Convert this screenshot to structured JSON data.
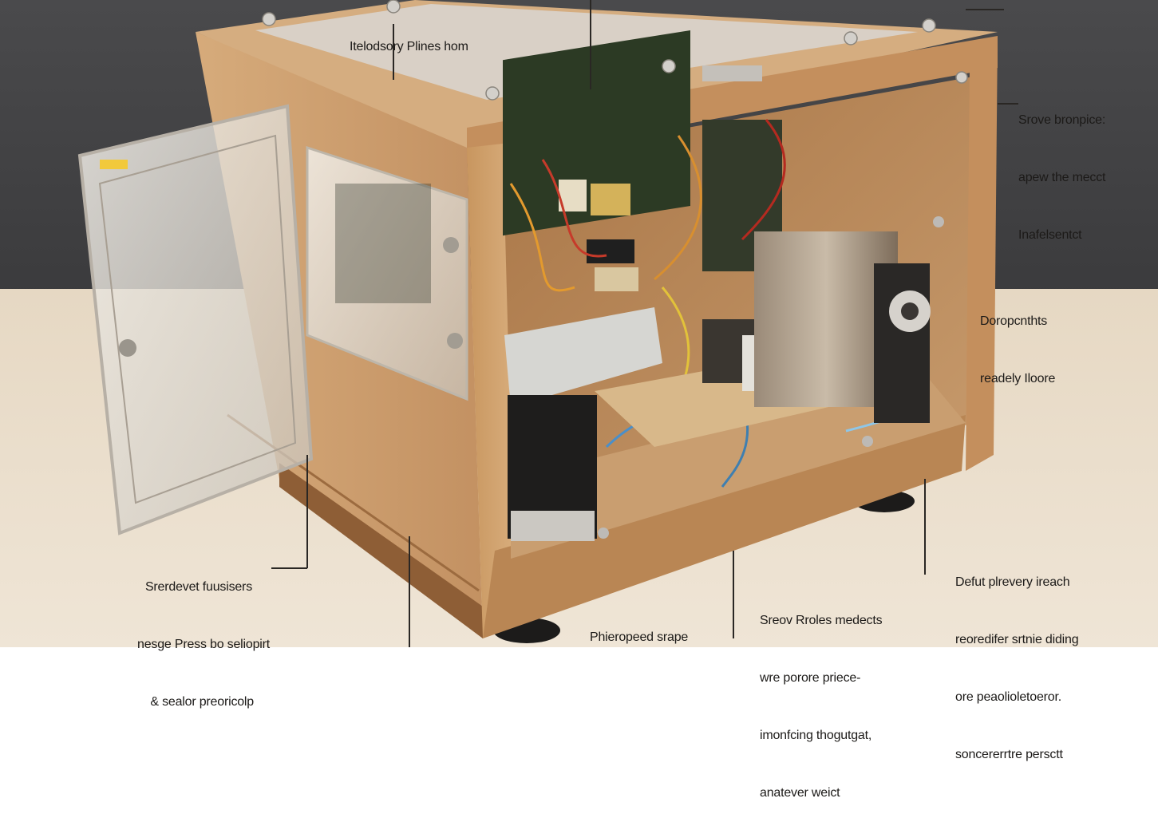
{
  "scene": {
    "description_colors": {
      "wall": "#3f3f41",
      "table": "#e8dccb",
      "wood": "#c99b6a",
      "wood_dark": "#8e5e36",
      "interior": "#b7875a",
      "acrylic": "#dcd8d2",
      "pcb": "#3a4a2e",
      "battery": "#1e1d1c"
    }
  },
  "labels": {
    "top": "Itelodsory Plines hom",
    "right_top": [
      "Srove bronpice:",
      "apew the mecct",
      "Inafelsentct"
    ],
    "right_mid": [
      "Doropcnthts",
      "readely Iloore"
    ],
    "right_bottom": [
      "Defut plrevery ireach",
      "reoredifer srtnie diding",
      "ore peaolioletoeror.",
      "soncererrtre persctt"
    ],
    "bottom_center": [
      "Sreov Rroles medects",
      "wre porore priece-",
      "imonfcing thogutgat,",
      "anatever weict"
    ],
    "bottom": "Phieropeed srape",
    "left_bottom": [
      "Srerdevet fuusisers",
      "nesge Press bo seliopirt",
      "& sealor preoricolp"
    ]
  }
}
